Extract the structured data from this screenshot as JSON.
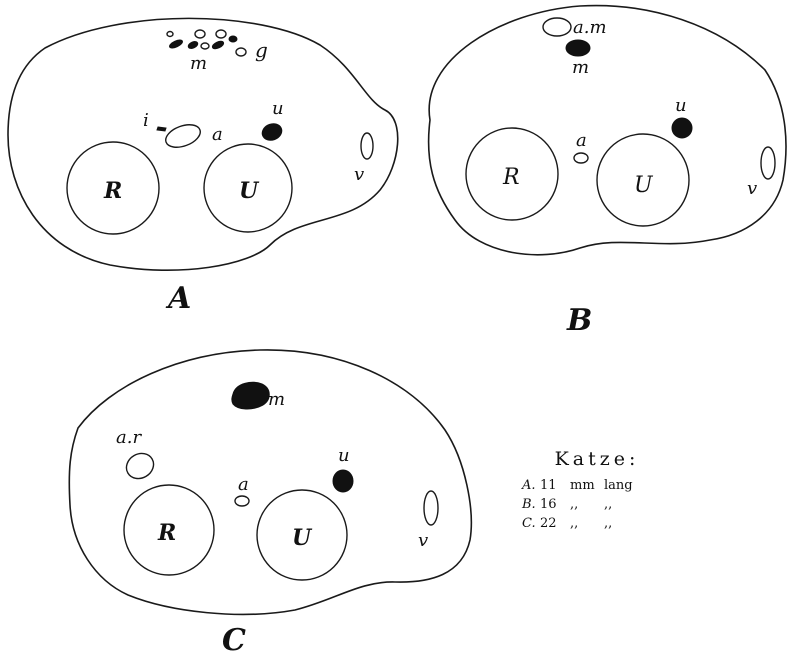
{
  "sections": [
    {
      "title": "A",
      "labels": {
        "R": "R",
        "U": "U",
        "a": "a",
        "u": "u",
        "v": "v",
        "i": "i",
        "m": "m",
        "g": "g"
      }
    },
    {
      "title": "B",
      "labels": {
        "R": "R",
        "U": "U",
        "a": "a",
        "u": "u",
        "v": "v",
        "am": "a.m",
        "m": "m"
      }
    },
    {
      "title": "C",
      "labels": {
        "R": "R",
        "U": "U",
        "a": "a",
        "u": "u",
        "v": "v",
        "ar": "a.r",
        "m": "m"
      }
    }
  ],
  "legend": {
    "title": "Katze:",
    "rows": [
      {
        "key": "A.",
        "size": "11",
        "unit": "mm",
        "desc": "lang"
      },
      {
        "key": "B.",
        "size": "16",
        "unit": ",,",
        "desc": ",,"
      },
      {
        "key": "C.",
        "size": "22",
        "unit": ",,",
        "desc": ",,"
      }
    ]
  }
}
